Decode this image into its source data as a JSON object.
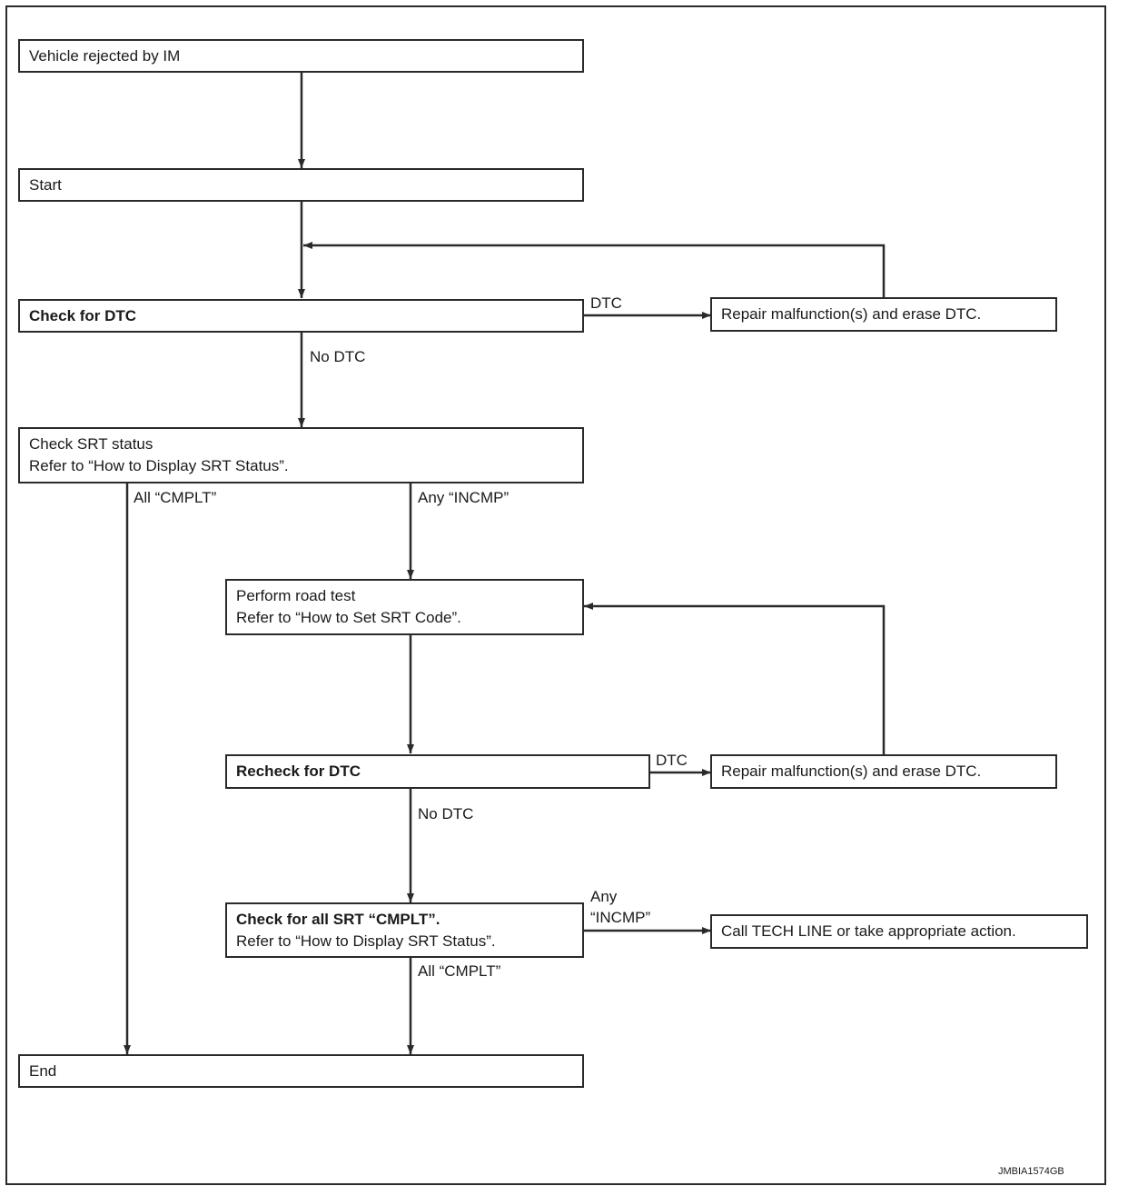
{
  "diagram": {
    "nodes": {
      "vehicle_rejected": "Vehicle rejected by IM",
      "start": "Start",
      "check_dtc": "Check for DTC",
      "repair_1": "Repair malfunction(s) and erase DTC.",
      "check_srt_line1": "Check SRT status",
      "check_srt_line2": "Refer to “How to Display SRT Status”.",
      "road_test_line1": "Perform road test",
      "road_test_line2": "Refer to “How to Set SRT Code”.",
      "recheck_dtc": "Recheck for DTC",
      "repair_2": "Repair malfunction(s) and erase DTC.",
      "check_all_line1": "Check for all SRT “CMPLT”.",
      "check_all_line2": "Refer to “How to Display SRT Status”.",
      "call_tech": "Call TECH LINE or take appropriate action.",
      "end": "End"
    },
    "edge_labels": {
      "dtc_1": "DTC",
      "no_dtc_1": "No DTC",
      "all_cmplt_1": "All “CMPLT”",
      "any_incmp_1": "Any “INCMP”",
      "dtc_2": "DTC",
      "no_dtc_2": "No DTC",
      "any_incmp_2_line1": "Any",
      "any_incmp_2_line2": "“INCMP”",
      "all_cmplt_2": "All “CMPLT”"
    },
    "figure_code": "JMBIA1574GB"
  }
}
